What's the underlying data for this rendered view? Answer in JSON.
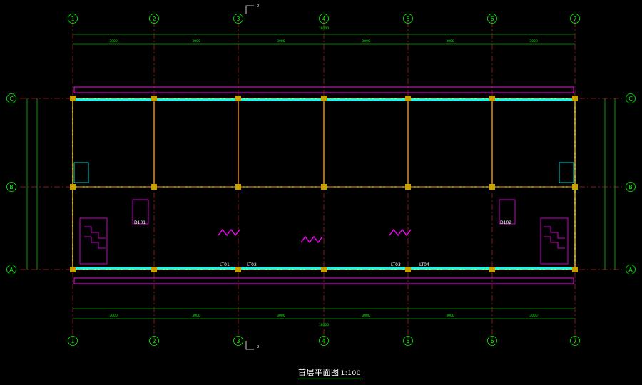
{
  "drawing": {
    "title": "首层平面图",
    "scale": "1:100",
    "grid_cols": [
      "1",
      "2",
      "3",
      "4",
      "5",
      "6",
      "7"
    ],
    "grid_rows": [
      "C",
      "B",
      "A"
    ],
    "section_mark": "2",
    "room_labels": [
      "D101",
      "D102",
      "LT01",
      "LT02",
      "LT03",
      "LT04"
    ],
    "total_dimension": "18000",
    "bay_dimensions": [
      "3000",
      "3000",
      "3000",
      "3000",
      "3000",
      "3000"
    ],
    "colors": {
      "background": "#000000",
      "dimension": "#00ff00",
      "wall": "#ffff00",
      "window": "#00ffff",
      "stair": "#ff00ff",
      "axis": "#ff0000",
      "column": "#ffff00",
      "annotation": "#ffffff"
    }
  }
}
